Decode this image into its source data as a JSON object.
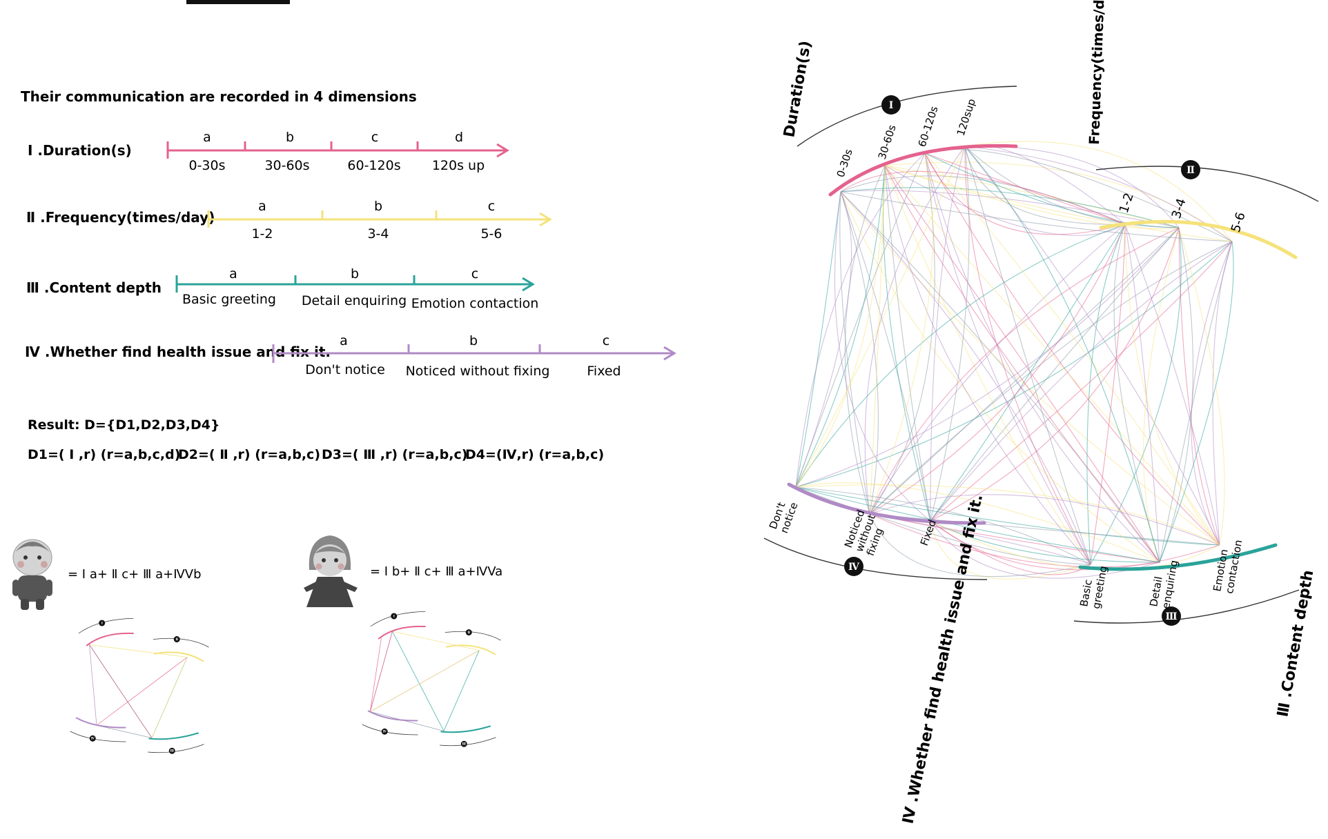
{
  "header": {
    "intro": "Their communication are recorded in 4 dimensions"
  },
  "dimensions": [
    {
      "label": "Ⅰ .Duration(s)",
      "color": "#e4628e",
      "letters": [
        "a",
        "b",
        "c",
        "d"
      ],
      "values": [
        "0-30s",
        "30-60s",
        "60-120s",
        "120s up"
      ]
    },
    {
      "label": "Ⅱ .Frequency(times/day)",
      "color": "#f5e27a",
      "letters": [
        "a",
        "b",
        "c"
      ],
      "values": [
        "1-2",
        "3-4",
        "5-6"
      ]
    },
    {
      "label": "Ⅲ .Content depth",
      "color": "#2aa39a",
      "letters": [
        "a",
        "b",
        "c"
      ],
      "values": [
        "Basic greeting",
        "Detail enquiring",
        "Emotion contaction"
      ]
    },
    {
      "label": "Ⅳ .Whether find health issue and fix it.",
      "color": "#b08ac6",
      "letters": [
        "a",
        "b",
        "c"
      ],
      "values": [
        "Don't notice",
        "Noticed without fixing",
        "Fixed"
      ]
    }
  ],
  "result": {
    "line1": "Result:  D={D1,D2,D3,D4}",
    "d1": "D1=( Ⅰ ,r) (r=a,b,c,d)",
    "d2": "D2=( Ⅱ ,r) (r=a,b,c)",
    "d3": "D3=( Ⅲ ,r) (r=a,b,c)",
    "d4": "D4=(Ⅳ,r) (r=a,b,c)"
  },
  "people": [
    {
      "formula": "= Ⅰ a+ Ⅱ c+ Ⅲ a+ⅣVb"
    },
    {
      "formula": "= Ⅰ b+ Ⅱ c+ Ⅲ a+ⅣVa"
    }
  ],
  "diagram": {
    "title_duration": "Duration(s)",
    "title_frequency": "Frequency(times/day)",
    "title_content": "Ⅲ .Content depth",
    "title_health": "Ⅳ .Whether find health issue and fix it.",
    "badge_1": "Ⅰ",
    "badge_2": "Ⅱ",
    "badge_3": "Ⅲ",
    "badge_4": "Ⅳ",
    "dur_ticks": [
      "0-30s",
      "30-60s",
      "60-120s",
      "120sup"
    ],
    "freq_ticks": [
      "1-2",
      "3-4",
      "5-6"
    ],
    "content_ticks": [
      "Basic\ngreeting",
      "Detail\nenquiring",
      "Emotion\ncontaction"
    ],
    "health_ticks": [
      "Don't\nnotice",
      "Noticed\nwithout\nfixing",
      "Fixed"
    ]
  },
  "colors": {
    "duration": "#e4628e",
    "frequency": "#f5e27a",
    "content": "#2aa39a",
    "health": "#b08ac6",
    "grey_link": "#8a99a8"
  }
}
